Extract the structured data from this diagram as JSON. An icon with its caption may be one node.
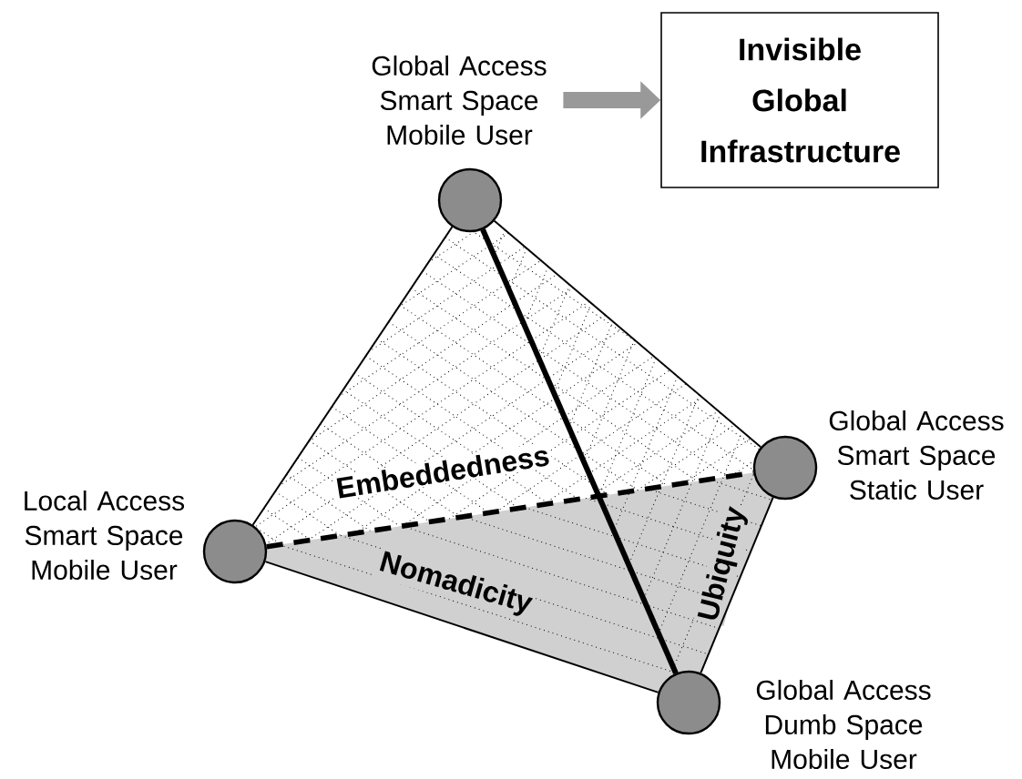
{
  "diagram": {
    "nodes": [
      {
        "text": [
          "Global Access Smart Space Mobile User"
        ]
      },
      {
        "text": [
          "Invisible Global Infrastructure"
        ]
      },
      {
        "text": [],
        "shape": "circle"
      },
      {
        "text": [],
        "shape": "circle",
        "beside": [
          "Local Access Smart Space Mobile User"
        ]
      },
      {
        "text": [],
        "shape": "circle",
        "beside": [
          "Global Access Smart Space Static User"
        ]
      },
      {
        "text": [],
        "shape": "circle",
        "beside": [
          "Global Access Dumb Space Mobile User"
        ]
      }
    ],
    "edges": [
      {
        "from": 0,
        "to": 1,
        "arrow": "to",
        "style": "thick",
        "color": "#999999"
      },
      {
        "from": 2,
        "to": 3,
        "arrow": "none"
      },
      {
        "from": 2,
        "to": 4,
        "arrow": "none"
      },
      {
        "from": 2,
        "to": 5,
        "arrow": "none",
        "style": "thick"
      },
      {
        "from": 3,
        "to": 5,
        "arrow": "none"
      },
      {
        "from": 4,
        "to": 5,
        "arrow": "none"
      },
      {
        "from": 3,
        "to": 4,
        "arrow": "none",
        "style": "dashed"
      }
    ],
    "labels": [
      "Embeddedness",
      "Ubiquity",
      "Nomadicity"
    ]
  }
}
